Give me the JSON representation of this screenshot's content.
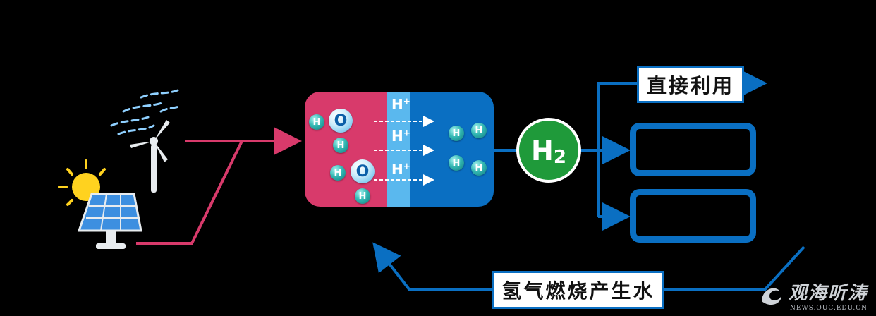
{
  "labels": {
    "direct_use": "直接利用",
    "combustion_water": "氢气燃烧产生水",
    "h2_base": "H",
    "h2_sub": "2",
    "proton": "H",
    "proton_sup": "+"
  },
  "molecules": {
    "oxygen": "O",
    "hydrogen": "H"
  },
  "watermark": {
    "main": "观海听涛",
    "sub": "NEWS.OUC.EDU.CN"
  },
  "colors": {
    "background": "#000000",
    "anode": "#d83a6b",
    "membrane": "#5ab8ee",
    "cathode": "#0a6fc2",
    "line_red": "#d83a6b",
    "line_blue": "#0a6fc2",
    "h2_circle": "#1f9a3a",
    "sun": "#ffd21f",
    "panel": "#3d8fe0"
  }
}
